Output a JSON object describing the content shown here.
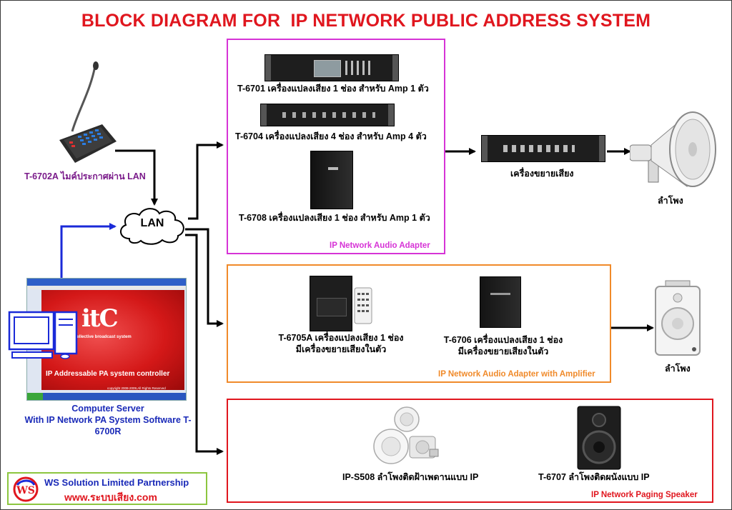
{
  "title": "BLOCK DIAGRAM FOR  IP NETWORK PUBLIC ADDRESS SYSTEM",
  "colors": {
    "title": "#e0161e",
    "magenta_box": "#d633d6",
    "orange_box": "#f08a2a",
    "red_box": "#e0161e",
    "purple_text": "#7a1a8a",
    "blue_text": "#1a2ab8",
    "blue_line": "#1a2ad8",
    "green_box": "#8cc63f"
  },
  "mic_station": {
    "label": "T-6702A ไมค์ประกาศผ่าน LAN"
  },
  "lan": {
    "label": "LAN"
  },
  "computer": {
    "line1": "Computer Server",
    "line2": "With IP Network PA System Software T-6700R",
    "logo_text": "itC",
    "tagline": "Intellective broadcast system",
    "screen_title": "IP Addressable PA system controller",
    "copyright": "copyright 2008-2009,All Rights Reserved"
  },
  "ip_adapter_box": {
    "caption": "IP Network Audio Adapter",
    "devices": [
      {
        "label": "T-6701 เครื่องแปลงเสียง 1 ช่อง สำหรับ Amp 1 ตัว"
      },
      {
        "label": "T-6704 เครื่องแปลงเสียง 4 ช่อง สำหรับ Amp 4 ตัว"
      },
      {
        "label": "T-6708 เครื่องแปลงเสียง 1 ช่อง สำหรับ Amp 1 ตัว"
      }
    ]
  },
  "amplifier": {
    "label": "เครื่องขยายเสียง"
  },
  "horn_speaker": {
    "label": "ลำโพง"
  },
  "adapter_amp_box": {
    "caption": "IP Network Audio Adapter with Amplifier",
    "devices": [
      {
        "line1": "T-6705A เครื่องแปลงเสียง 1 ช่อง",
        "line2": "มีเครื่องขยายเสียงในตัว"
      },
      {
        "line1": "T-6706 เครื่องแปลงเสียง 1 ช่อง",
        "line2": "มีเครื่องขยายเสียงในตัว"
      }
    ]
  },
  "wall_speaker": {
    "label": "ลำโพง"
  },
  "paging_box": {
    "caption": "IP Network Paging Speaker",
    "devices": [
      {
        "label": "IP-S508 ลำโพงติดฝ้าเพดานแบบ IP"
      },
      {
        "label": "T-6707 ลำโพงติดผนังแบบ IP"
      }
    ]
  },
  "company": {
    "logo_text": "WS",
    "name": "WS Solution Limited Partnership",
    "website": "www.ระบบเสียง.com"
  }
}
